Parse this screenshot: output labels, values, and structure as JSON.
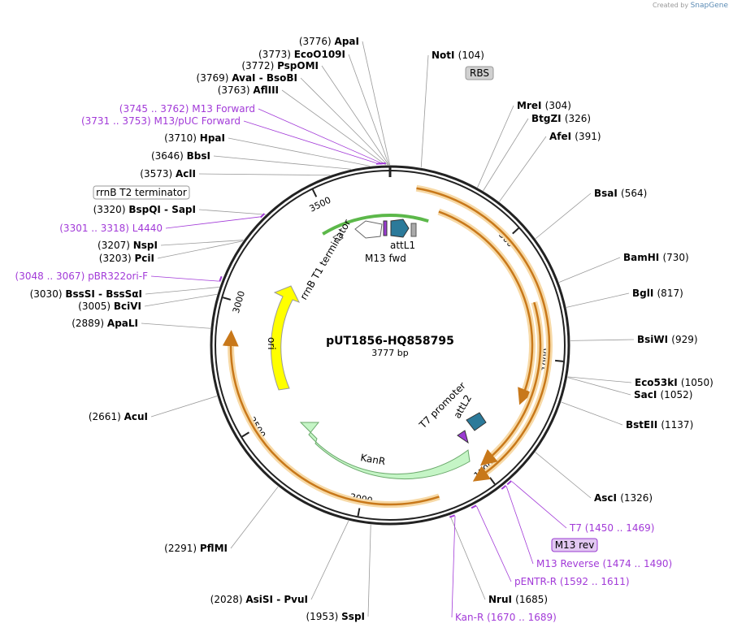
{
  "credit": {
    "prefix": "Created by",
    "brand": "SnapGene"
  },
  "plasmid": {
    "name": "pUT1856-HQ858795",
    "length_label": "3777 bp",
    "length": 3777
  },
  "ticks": [
    {
      "pos": 500,
      "label": "500"
    },
    {
      "pos": 1000,
      "label": "1000"
    },
    {
      "pos": 1500,
      "label": "1500"
    },
    {
      "pos": 2000,
      "label": "2000"
    },
    {
      "pos": 2500,
      "label": "2500"
    },
    {
      "pos": 3000,
      "label": "3000"
    },
    {
      "pos": 3500,
      "label": "3500"
    }
  ],
  "features": [
    {
      "id": "orf-1",
      "name": "",
      "start": 100,
      "end": 1530,
      "color": "#e8a33a",
      "type": "orf"
    },
    {
      "id": "orf-2",
      "name": "",
      "start": 1700,
      "end": 2860,
      "color": "#e8a33a",
      "type": "orf",
      "reverse": true
    },
    {
      "id": "orf-3",
      "name": "",
      "start": 210,
      "end": 1170,
      "color": "#e8a33a",
      "type": "orf-inner"
    },
    {
      "id": "orf-4",
      "name": "",
      "start": 770,
      "end": 1470,
      "color": "#e8a33a",
      "type": "orf-inner"
    },
    {
      "id": "green-arrow",
      "name": "",
      "start": 3450,
      "end": 180,
      "color": "#5cb84a",
      "type": "green"
    },
    {
      "id": "ori",
      "name": "ori",
      "start": 2850,
      "end": 3310,
      "color": "#ffff00",
      "type": "ori"
    },
    {
      "id": "kanr",
      "name": "KanR",
      "start": 1760,
      "end": 2380,
      "color": "#c5f5c6",
      "type": "kanr"
    }
  ],
  "inner_labels": {
    "rrnb_t1": "rrnB T1 terminator",
    "attl1": "attL1",
    "m13_fwd": "M13 fwd",
    "t7_promoter": "T7 promoter",
    "attl2": "attL2",
    "ori": "ori",
    "kanr": "KanR"
  },
  "sites": [
    {
      "name": "ApaI",
      "pos_label": "(3776)",
      "pos": 3776
    },
    {
      "name": "EcoO109I",
      "pos_label": "(3773)",
      "pos": 3773
    },
    {
      "name": "PspOMI",
      "pos_label": "(3772)",
      "pos": 3772
    },
    {
      "name": "AvaI - BsoBI",
      "pos_label": "(3769)",
      "pos": 3769
    },
    {
      "name": "AflIII",
      "pos_label": "(3763)",
      "pos": 3763
    },
    {
      "name": "HpaI",
      "pos_label": "(3710)",
      "pos": 3710
    },
    {
      "name": "BbsI",
      "pos_label": "(3646)",
      "pos": 3646
    },
    {
      "name": "AclI",
      "pos_label": "(3573)",
      "pos": 3573
    },
    {
      "name": "BspQI - SapI",
      "pos_label": "(3320)",
      "pos": 3320
    },
    {
      "name": "NspI",
      "pos_label": "(3207)",
      "pos": 3207
    },
    {
      "name": "PciI",
      "pos_label": "(3203)",
      "pos": 3203
    },
    {
      "name": "BssSI - BssSαI",
      "pos_label": "(3030)",
      "pos": 3030
    },
    {
      "name": "BciVI",
      "pos_label": "(3005)",
      "pos": 3005
    },
    {
      "name": "ApaLI",
      "pos_label": "(2889)",
      "pos": 2889
    },
    {
      "name": "AcuI",
      "pos_label": "(2661)",
      "pos": 2661
    },
    {
      "name": "PflMI",
      "pos_label": "(2291)",
      "pos": 2291
    },
    {
      "name": "AsiSI - PvuI",
      "pos_label": "(2028)",
      "pos": 2028
    },
    {
      "name": "SspI",
      "pos_label": "(1953)",
      "pos": 1953
    },
    {
      "name": "NotI",
      "pos_label": "(104)",
      "pos": 104
    },
    {
      "name": "MreI",
      "pos_label": "(304)",
      "pos": 304
    },
    {
      "name": "BtgZI",
      "pos_label": "(326)",
      "pos": 326
    },
    {
      "name": "AfeI",
      "pos_label": "(391)",
      "pos": 391
    },
    {
      "name": "BsaI",
      "pos_label": "(564)",
      "pos": 564
    },
    {
      "name": "BamHI",
      "pos_label": "(730)",
      "pos": 730
    },
    {
      "name": "BglI",
      "pos_label": "(817)",
      "pos": 817
    },
    {
      "name": "BsiWI",
      "pos_label": "(929)",
      "pos": 929
    },
    {
      "name": "Eco53kI",
      "pos_label": "(1050)",
      "pos": 1050
    },
    {
      "name": "SacI",
      "pos_label": "(1052)",
      "pos": 1052
    },
    {
      "name": "BstEII",
      "pos_label": "(1137)",
      "pos": 1137
    },
    {
      "name": "AscI",
      "pos_label": "(1326)",
      "pos": 1326
    },
    {
      "name": "NruI",
      "pos_label": "(1685)",
      "pos": 1685
    }
  ],
  "primers": [
    {
      "name": "M13 Forward",
      "range": "(3745 .. 3762)",
      "start": 3745
    },
    {
      "name": "M13/pUC Forward",
      "range": "(3731 .. 3753)",
      "start": 3731
    },
    {
      "name": "L4440",
      "range": "(3301 .. 3318)",
      "start": 3301
    },
    {
      "name": "pBR322ori-F",
      "range": "(3048 .. 3067)",
      "start": 3048
    },
    {
      "name": "T7",
      "range": "(1450 .. 1469)",
      "start": 1450
    },
    {
      "name": "M13 Reverse",
      "range": "(1474 .. 1490)",
      "start": 1474
    },
    {
      "name": "pENTR-R",
      "range": "(1592 .. 1611)",
      "start": 1592
    },
    {
      "name": "Kan-R",
      "range": "(1670 .. 1689)",
      "start": 1670
    }
  ],
  "boxed_labels": {
    "rbs": "RBS",
    "rrnb_t2": "rrnB T2 terminator",
    "m13_rev": "M13 rev"
  }
}
